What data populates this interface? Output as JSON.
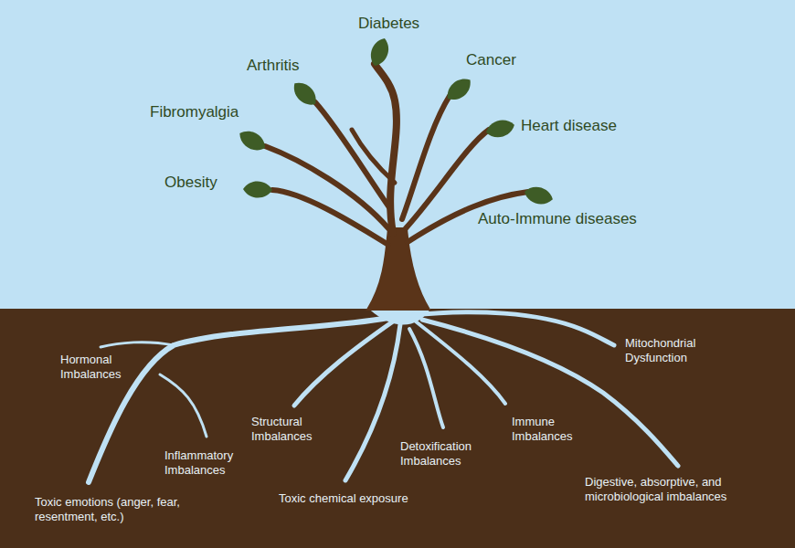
{
  "diagram": {
    "labels": [
      "Diabetes",
      "Arthritis",
      "Cancer",
      "Fibromyalgia",
      "Heart disease",
      "Obesity",
      "Auto-Immune diseases",
      "Hormonal Imbalances",
      "Mitochondrial Dysfunction",
      "Structural Imbalances",
      "Immune Imbalances",
      "Inflammatory Imbalances",
      "Detoxification Imbalances",
      "Digestive, absorptive, and microbiological imbalances",
      "Toxic emotions (anger, fear, resentment, etc.)",
      "Toxic chemical exposure"
    ]
  }
}
